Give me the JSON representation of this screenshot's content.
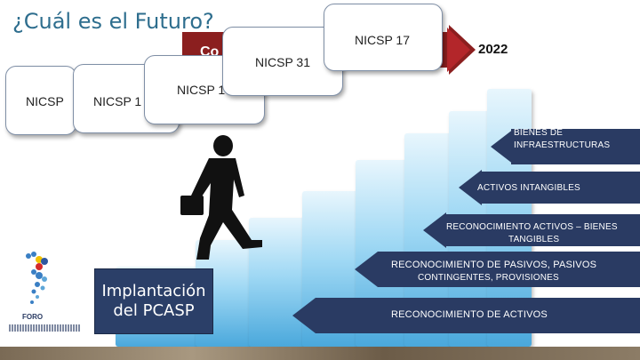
{
  "title": "¿Cuál es el Futuro?",
  "arrow": {
    "text": "Co",
    "year": "2022"
  },
  "callouts": {
    "nicsp17": "NICSP 17",
    "nicsp31": "NICSP 31",
    "nicsp1a": "NICSP 1",
    "nicsp1b": "NICSP 1",
    "nicspLeft": "NICSP"
  },
  "pointers": {
    "bienes_line1": "BIENES DE",
    "bienes_line2": "INFRAESTRUCTURAS",
    "intangibles": "ACTIVOS INTANGIBLES",
    "reconocimiento_tang_line1": "RECONOCIMIENTO ACTIVOS – BIENES",
    "reconocimiento_tang_line2": "TANGIBLES",
    "pasivos_line1": "RECONOCIMIENTO DE PASIVOS, PASIVOS",
    "pasivos_line2": "CONTINGENTES, PROVISIONES",
    "activos": "RECONOCIMIENTO DE ACTIVOS"
  },
  "implantacion": {
    "line1": "Implantación",
    "line2": "del PCASP"
  },
  "logo": {
    "name": "FORO"
  },
  "colors": {
    "arrow": "#8b1f1f",
    "pointer": "#2a3b63",
    "title": "#2e6e8e"
  }
}
